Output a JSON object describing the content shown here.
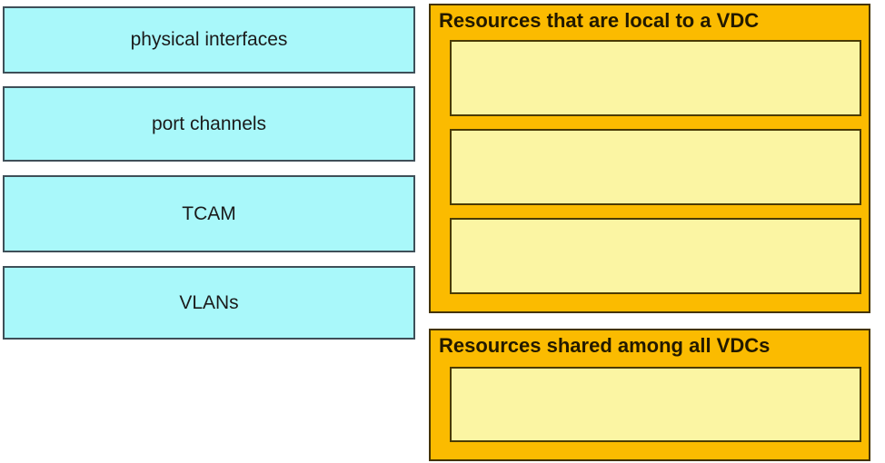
{
  "exercise": {
    "kind": "drag-and-drop-matching"
  },
  "drag_items": [
    {
      "label": "physical interfaces"
    },
    {
      "label": "port channels"
    },
    {
      "label": "TCAM"
    },
    {
      "label": "VLANs"
    }
  ],
  "drop_groups": [
    {
      "title": "Resources that are local to a VDC",
      "slot_count": 3,
      "slot_values": [
        "",
        "",
        ""
      ]
    },
    {
      "title": "Resources shared among all VDCs",
      "slot_count": 1,
      "slot_values": [
        ""
      ]
    }
  ],
  "colors": {
    "drag_item_fill": "#a9f8fa",
    "drag_item_border": "#3e4f58",
    "drag_item_text": "#1b1b1b",
    "group_fill": "#fbbb00",
    "group_border": "#443300",
    "group_title_text": "#221900",
    "slot_fill": "#fbf5a3",
    "slot_border": "#4a3b05",
    "page_background": "#ffffff"
  }
}
